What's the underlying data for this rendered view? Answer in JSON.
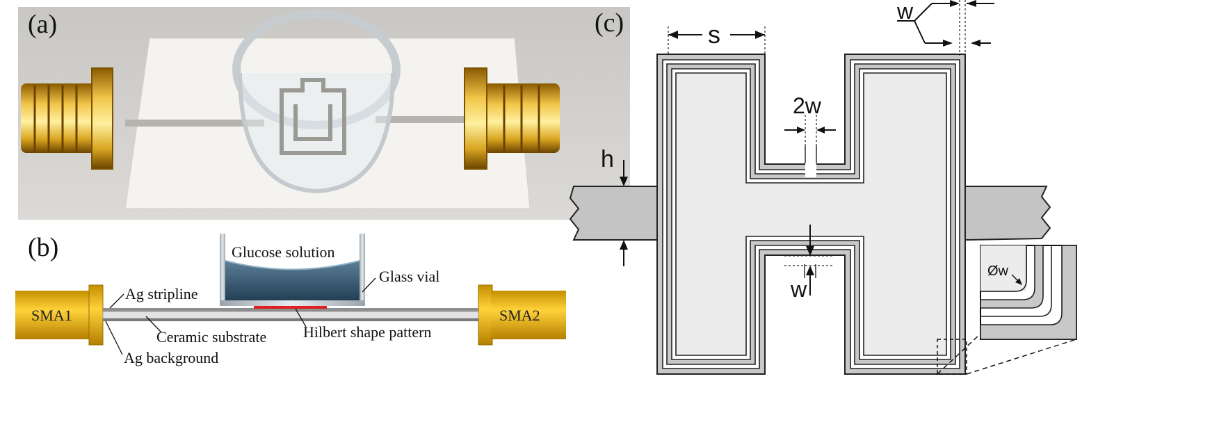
{
  "panel_a": {
    "label": "(a)"
  },
  "panel_b": {
    "label": "(b)",
    "solution": "Glucose solution",
    "vial": "Glass vial",
    "stripline": "Ag stripline",
    "substrate": "Ceramic substrate",
    "pattern": "Hilbert shape pattern",
    "background": "Ag background",
    "sma1": "SMA1",
    "sma2": "SMA2"
  },
  "panel_c": {
    "label": "(c)",
    "dim_s": "s",
    "dim_w_top": "w",
    "dim_2w": "2w",
    "dim_h": "h",
    "dim_w_mid": "w",
    "dim_radius": "Øw"
  },
  "colors": {
    "gold": "#d9a520",
    "substrate": "#ececec",
    "trace": "#a8a8a8",
    "solution": "#2f5573",
    "pattern_red": "#e02020"
  }
}
